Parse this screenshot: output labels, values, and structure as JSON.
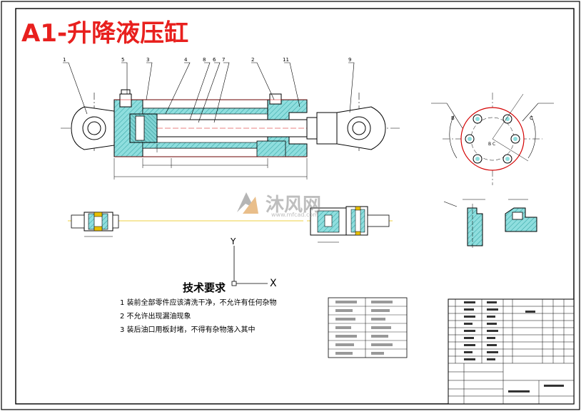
{
  "sheet": {
    "title": "A1-升降液压缸"
  },
  "watermark": {
    "brand": "沐风网",
    "url": "www.mfcad.com"
  },
  "tech_requirements": {
    "heading": "技术要求",
    "items": [
      "1 装前全部零件应该清洗干净，不允许有任何杂物",
      "2 不允许出现漏油现象",
      "3 装后油口用板封堵，不得有杂物落入其中"
    ]
  },
  "axis": {
    "y_label": "Y",
    "x_label": "X"
  },
  "part_numbers": [
    "1",
    "5",
    "3",
    "4",
    "8",
    "6",
    "7",
    "2",
    "11",
    "9"
  ],
  "section_labels": {
    "b": "B",
    "c": "C",
    "bc": "B C"
  },
  "colors": {
    "title_red": "#e8201e",
    "outline_red": "#d40000",
    "hatch_teal": "#5fc7c7",
    "centerline_yellow": "#e8c000",
    "leader_black": "#000000"
  }
}
